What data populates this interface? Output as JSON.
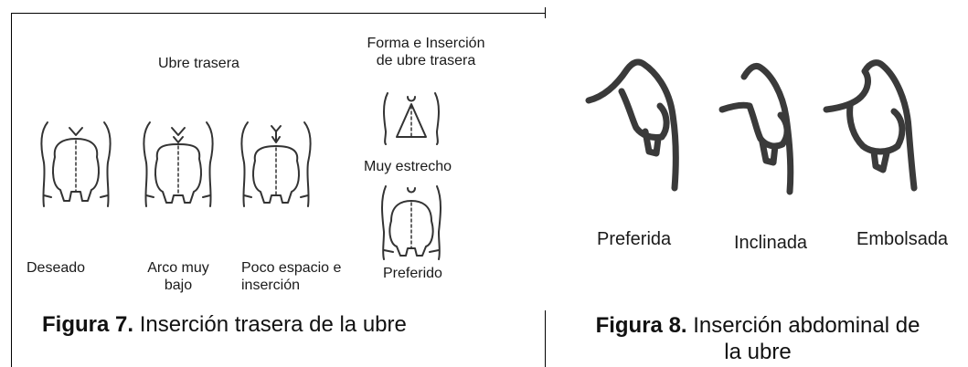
{
  "figure7": {
    "top_label": "Ubre trasera",
    "right_title_line1": "Forma e Inserción",
    "right_title_line2": "de ubre  trasera",
    "muy_estrecho": "Muy estrecho",
    "preferido": "Preferido",
    "labels": {
      "deseado": "Deseado",
      "arco_line1": "Arco  muy",
      "arco_line2": "bajo",
      "poco_line1": "Poco espacio  e",
      "poco_line2": "inserción"
    },
    "caption_bold": "Figura 7.",
    "caption_text": " Inserción trasera de la ubre"
  },
  "figure8": {
    "labels": {
      "preferida": "Preferida",
      "inclinada": "Inclinada",
      "embolsada": "Embolsada"
    },
    "caption_bold": "Figura 8.",
    "caption_text": " Inserción abdominal de",
    "caption_line2": "la ubre"
  },
  "style": {
    "ink": "#333333"
  }
}
